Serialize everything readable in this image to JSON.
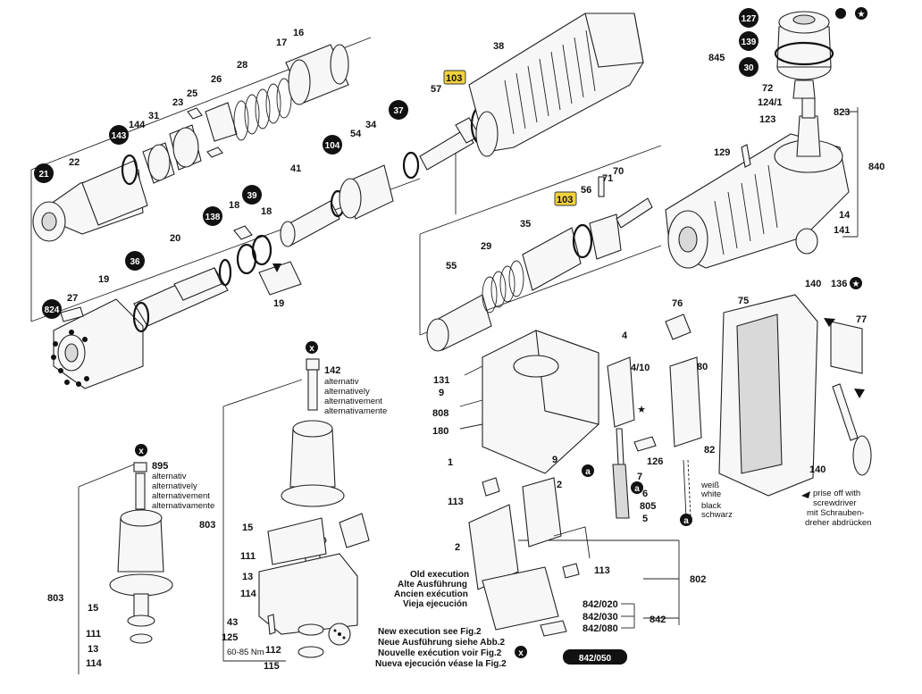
{
  "diagram": {
    "labels": {
      "p21": "21",
      "p22": "22",
      "p143": "143",
      "p144": "144",
      "p31": "31",
      "p23": "23",
      "p25": "25",
      "p26": "26",
      "p28": "28",
      "p17": "17",
      "p16": "16",
      "p138": "138",
      "p20": "20",
      "p36": "36",
      "p39": "39",
      "p18a": "18",
      "p18b": "18",
      "p19a": "19",
      "p19b": "19",
      "p27": "27",
      "p824": "824",
      "p41": "41",
      "p104": "104",
      "p54": "54",
      "p34": "34",
      "p37": "37",
      "p57": "57",
      "p103a": "103",
      "p38": "38",
      "p103b": "103",
      "p56": "56",
      "p71": "71",
      "p70": "70",
      "p35": "35",
      "p29": "29",
      "p55": "55",
      "p127": "127",
      "p139": "139",
      "p845": "845",
      "p30": "30",
      "p72": "72",
      "p124": "124/1",
      "p123": "123",
      "p823": "823",
      "p129": "129",
      "p840": "840",
      "p14": "14",
      "p141": "141",
      "p140a": "140",
      "p136": "136",
      "p77": "77",
      "p75": "75",
      "p76": "76",
      "p4": "4",
      "p410": "4/10",
      "p80": "80",
      "p131": "131",
      "p9a": "9",
      "p808": "808",
      "p180": "180",
      "p1": "1",
      "p9b": "9",
      "p126": "126",
      "p7": "7",
      "p6": "6",
      "p805": "805",
      "p5": "5",
      "p82": "82",
      "p140b": "140",
      "p142": "142",
      "p803a": "803",
      "p15a": "15",
      "p111a": "111",
      "p13a": "13",
      "p114a": "114",
      "p43": "43",
      "p125": "125",
      "p112": "112",
      "p115": "115",
      "p895": "895",
      "p803b": "803",
      "p15b": "15",
      "p111b": "111",
      "p13b": "13",
      "p114b": "114",
      "p113a": "113",
      "p113b": "113",
      "p2a": "2",
      "p2b": "2",
      "p802": "802",
      "p842": "842",
      "p842020": "842/020",
      "p842030": "842/030",
      "p842080": "842/080",
      "p842050": "842/050",
      "torque": "60-85 Nm",
      "a1": "a",
      "a2": "a",
      "a3": "a",
      "x1": "x",
      "x2": "x",
      "x3": "x"
    },
    "alternative_142": [
      "alternativ",
      "alternatively",
      "alternativement",
      "alternativamente"
    ],
    "alternative_895": [
      "alternativ",
      "alternatively",
      "alternativement",
      "alternativamente"
    ],
    "old_execution": [
      "Old execution",
      "Alte Ausführung",
      "Ancien exécution",
      "Vieja ejecución"
    ],
    "new_execution": [
      "New execution see Fig.2",
      "Neue Ausführung siehe Abb.2",
      "Nouvelle exécution voir Fig.2",
      "Nueva ejecución véase la Fig.2"
    ],
    "prise_off": [
      "prise off with",
      "screwdriver",
      "mit Schrauben-",
      "dreher abdrücken"
    ],
    "wire_white": [
      "weiß",
      "white"
    ],
    "wire_black": [
      "black",
      "schwarz"
    ],
    "colors": {
      "badge": "#111111",
      "highlight": "#f2d23c",
      "line": "#222222"
    }
  }
}
